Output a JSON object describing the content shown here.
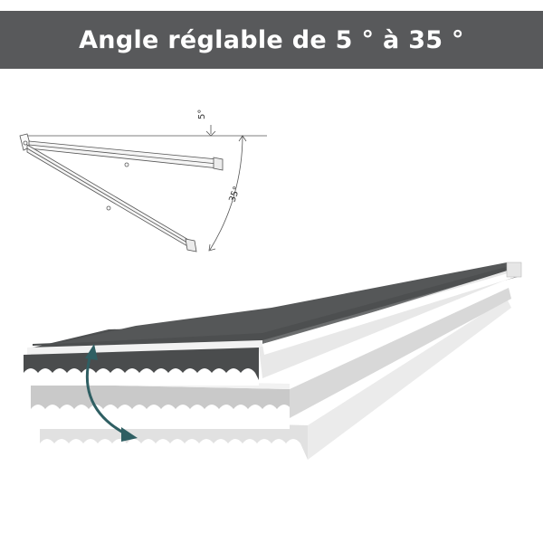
{
  "banner": {
    "title": "Angle réglable de 5 ° à 35 °"
  },
  "diagram": {
    "min_angle_label": "5°",
    "max_angle_label": "35°",
    "min_angle_deg": 5,
    "max_angle_deg": 35
  },
  "colors": {
    "banner_bg": "#58595b",
    "fabric_dark": "#4d4f50",
    "frame_white": "#f2f2f2",
    "ghost_gray": "#c9c9c9",
    "arrow_teal": "#2f5f63"
  },
  "icons": {
    "adjust_arrow": "curved-double-arrow-icon"
  }
}
